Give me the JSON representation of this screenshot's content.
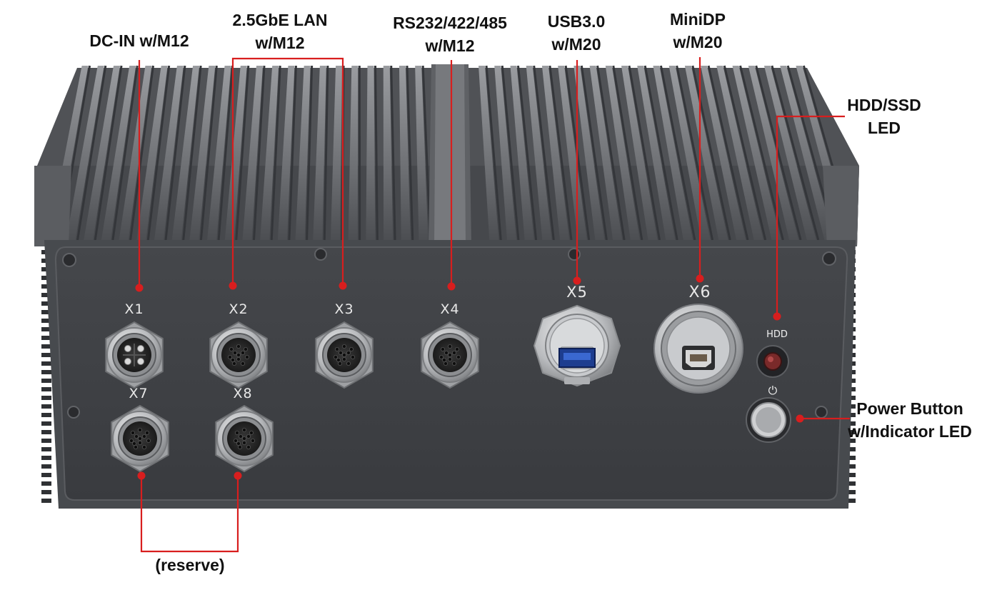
{
  "callouts": {
    "dc_in": "DC-IN w/M12",
    "lan_line1": "2.5GbE LAN",
    "lan_line2": "w/M12",
    "serial_line1": "RS232/422/485",
    "serial_line2": "w/M12",
    "usb_line1": "USB3.0",
    "usb_line2": "w/M20",
    "minidp_line1": "MiniDP",
    "minidp_line2": "w/M20",
    "hdd_line1": "HDD/SSD",
    "hdd_line2": "LED",
    "power_line1": "Power Button",
    "power_line2": "w/Indicator LED",
    "reserve": "(reserve)"
  },
  "port_labels": {
    "x1": "X1",
    "x2": "X2",
    "x3": "X3",
    "x4": "X4",
    "x5": "X5",
    "x6": "X6",
    "x7": "X7",
    "x8": "X8",
    "hdd": "HDD",
    "power": "⏻"
  },
  "colors": {
    "callout_line": "#d81e1e",
    "chassis": "#4a4c50",
    "front_panel": "#3b3d41",
    "fin_light": "#85878b",
    "fin_dark": "#3a3c40"
  }
}
